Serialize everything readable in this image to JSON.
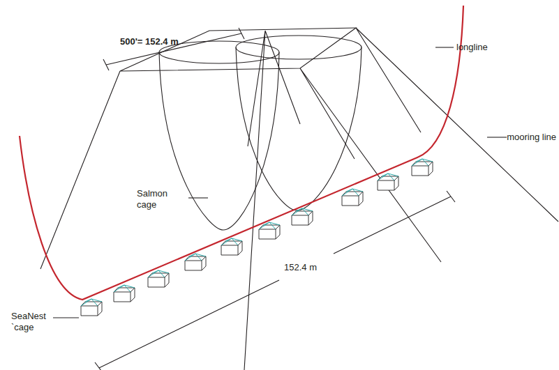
{
  "diagram": {
    "labels": [
      "500'= 152.4 m",
      "longline",
      "mooring line",
      "Salmon cage",
      "SeaNest `cage",
      "152.4 m"
    ]
  }
}
